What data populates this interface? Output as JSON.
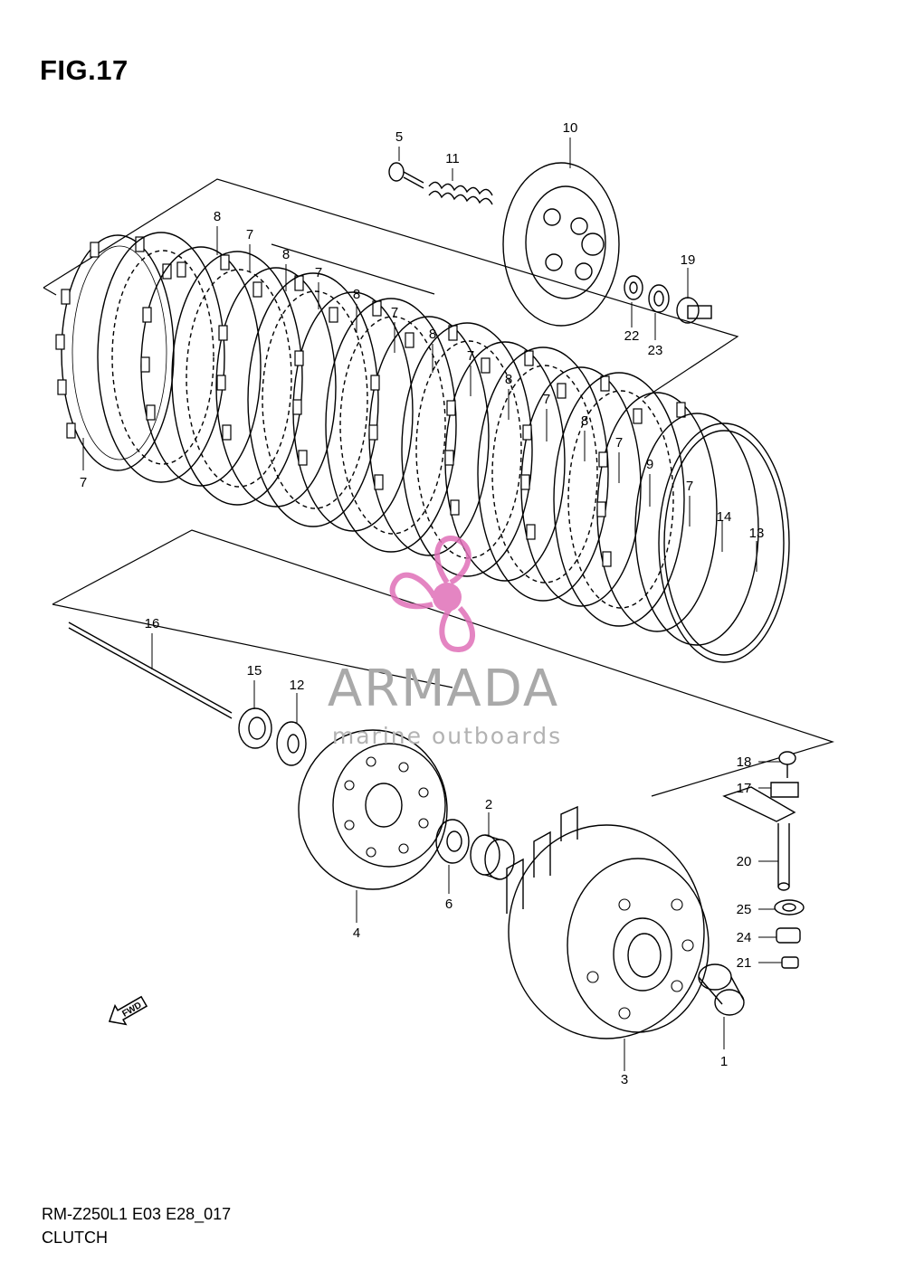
{
  "figure": {
    "title": "FIG.17",
    "code": "RM-Z250L1 E03 E28_017",
    "name": "CLUTCH"
  },
  "watermark": {
    "brand": "ARMADA",
    "subtitle": "marine outboards",
    "logo_color": "#e070b8",
    "text_color": "#a9a9a9"
  },
  "fwd_arrow": {
    "label": "FWD",
    "icon": "forward-arrow-icon"
  },
  "callouts": [
    {
      "key": "c5",
      "label": "5"
    },
    {
      "key": "c11",
      "label": "11"
    },
    {
      "key": "c10",
      "label": "10"
    },
    {
      "key": "c19",
      "label": "19"
    },
    {
      "key": "c22",
      "label": "22"
    },
    {
      "key": "c23",
      "label": "23"
    },
    {
      "key": "c8a",
      "label": "8"
    },
    {
      "key": "c7a",
      "label": "7"
    },
    {
      "key": "c8b",
      "label": "8"
    },
    {
      "key": "c7b",
      "label": "7"
    },
    {
      "key": "c8c",
      "label": "8"
    },
    {
      "key": "c7c",
      "label": "7"
    },
    {
      "key": "c8d",
      "label": "8"
    },
    {
      "key": "c7d",
      "label": "7"
    },
    {
      "key": "c8e",
      "label": "8"
    },
    {
      "key": "c7e",
      "label": "7"
    },
    {
      "key": "c8f",
      "label": "8"
    },
    {
      "key": "c7f",
      "label": "7"
    },
    {
      "key": "c7g",
      "label": "7"
    },
    {
      "key": "c9",
      "label": "9"
    },
    {
      "key": "c7h",
      "label": "7"
    },
    {
      "key": "c14",
      "label": "14"
    },
    {
      "key": "c13",
      "label": "13"
    },
    {
      "key": "c7i",
      "label": "7"
    },
    {
      "key": "c16",
      "label": "16"
    },
    {
      "key": "c15",
      "label": "15"
    },
    {
      "key": "c12",
      "label": "12"
    },
    {
      "key": "c18",
      "label": "18"
    },
    {
      "key": "c17",
      "label": "17"
    },
    {
      "key": "c20",
      "label": "20"
    },
    {
      "key": "c25",
      "label": "25"
    },
    {
      "key": "c24",
      "label": "24"
    },
    {
      "key": "c21",
      "label": "21"
    },
    {
      "key": "c2",
      "label": "2"
    },
    {
      "key": "c6",
      "label": "6"
    },
    {
      "key": "c4",
      "label": "4"
    },
    {
      "key": "c3",
      "label": "3"
    },
    {
      "key": "c1",
      "label": "1"
    }
  ]
}
